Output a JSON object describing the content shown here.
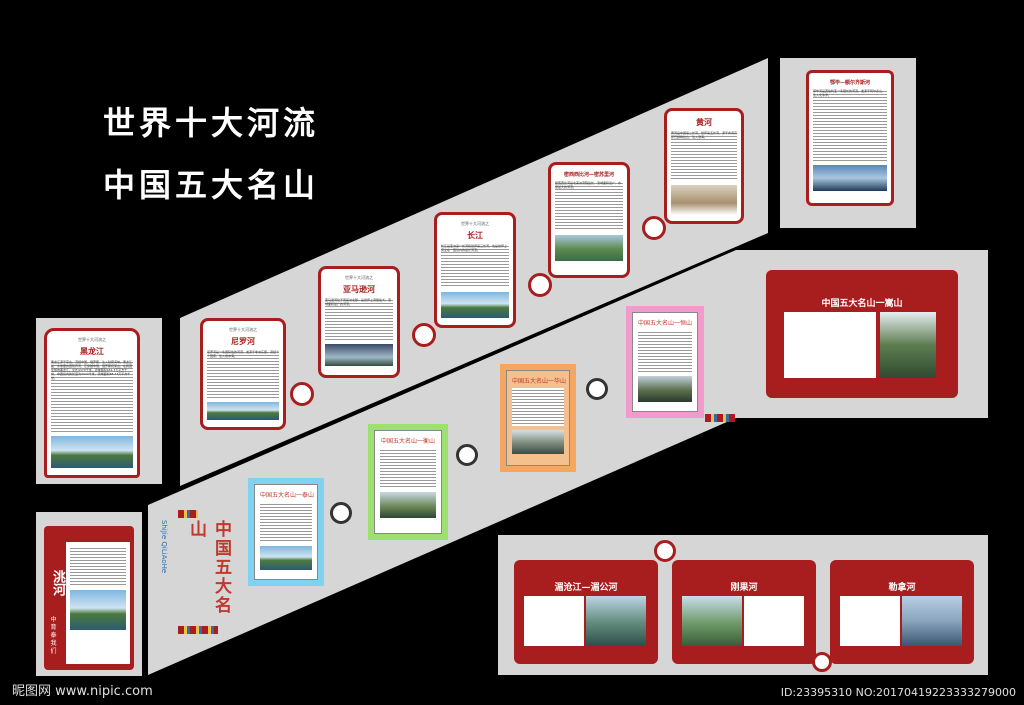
{
  "headline": {
    "line1": "世界十大河流",
    "line2": "中国五大名山"
  },
  "rivers": [
    {
      "subtitle": "世界十大河流之",
      "name": "黑龙江",
      "text": "黑龙江源于蒙古，流经中国、俄罗斯，注入鞑靼海峡。黑龙江是一条重要的国际界河，它穿越中俄，俄罗斯和蒙古，在我国北部的黑龙江，全长4370千米。流域面积184.3万平方千米，中国境内的长度为3474千米，流域面积88.73万平方千米。"
    },
    {
      "subtitle": "世界十大河流之",
      "name": "尼罗河",
      "text": "尼罗河是一条国际性的河流，发源于非洲东部，流经十个国家，注入地中海。"
    },
    {
      "subtitle": "世界十大河流之",
      "name": "亚马逊河",
      "text": "亚马逊河位于南美洲北部，是世界上流量最大、流域面积最广的河流。"
    },
    {
      "subtitle": "世界十大河流之",
      "name": "长江",
      "text": "长江是亚洲第一长河和世界第三长河，也是世界上完全在一国境内的最长河流。"
    },
    {
      "subtitle": "",
      "name": "密西西比河—密苏里河",
      "text": "密西西比河是北美洲流程最长、流域面积最广、水量最大的河流。"
    },
    {
      "subtitle": "",
      "name": "黄河",
      "text": "黄河是中国第二长河，世界第五长河，源于青海高原巴颜喀拉山，注入渤海。"
    },
    {
      "subtitle": "",
      "name": "鄂毕—额尔齐斯河",
      "text": "鄂毕河是西伯利亚一条很长的河流，发源于阿尔泰山，注入北冰洋。"
    }
  ],
  "mountains": [
    {
      "name": "中国五大名山一泰山"
    },
    {
      "name": "中国五大名山一衡山"
    },
    {
      "name": "中国五大名山一华山"
    },
    {
      "name": "中国五大名山一恒山"
    }
  ],
  "book_main": {
    "title": "中国五大名山一嵩山"
  },
  "bottom_books": [
    {
      "title": "湄沧江—湄公河"
    },
    {
      "title": "刚果河"
    },
    {
      "title": "勒拿河"
    }
  ],
  "vertical_sign": {
    "text": "中国五大名山",
    "pinyin": "ShiJie QiLiAoHe"
  },
  "left_sign": {
    "title": "洮河",
    "sub": "中 育 泰 我 们"
  },
  "watermark": {
    "left": "昵图网 www.nipic.com",
    "right": "ID:23395310 NO:20170419223333279000"
  },
  "colors": {
    "accent": "#a81d1d",
    "wall": "#d6d6d6"
  }
}
